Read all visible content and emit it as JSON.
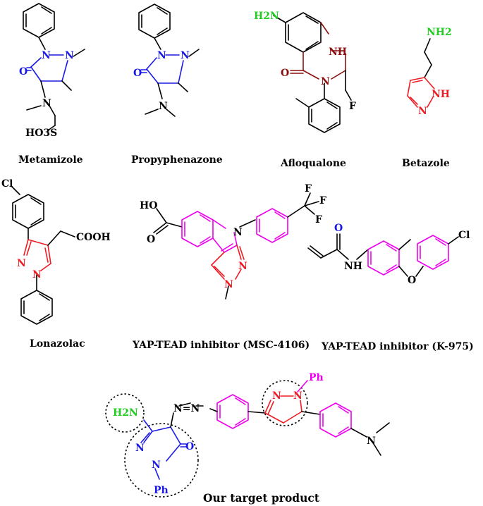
{
  "colors": {
    "blue": "#1a1ae6",
    "red": "#ee1c24",
    "magenta": "#ee00ee",
    "green": "#22cc22",
    "dark_red": "#8b0f0f",
    "black": "#000000"
  },
  "compounds": [
    {
      "name": "Metamizole"
    },
    {
      "name": "Propyphenazone"
    },
    {
      "name": "Afloqualone"
    },
    {
      "name": "Betazole"
    },
    {
      "name": "Lonazolac"
    },
    {
      "name": "YAP-TEAD inhibitor (MSC-4106)"
    },
    {
      "name": "YAP-TEAD inhibitor (K-975)"
    }
  ],
  "target_label": "Our target product",
  "atoms": {
    "N": "N",
    "O": "O",
    "F": "F",
    "Cl": "Cl",
    "H": "H",
    "NH": "NH",
    "NH2": "NH2",
    "H2N": "H2N",
    "HO": "HO",
    "COOH": "COOH",
    "HO3S": "HO3S",
    "Ph": "Ph",
    "azo": "N=N"
  }
}
